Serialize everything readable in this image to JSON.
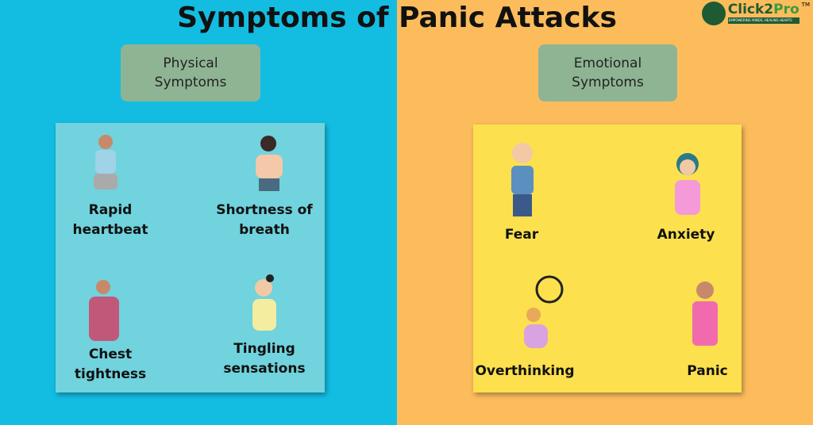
{
  "title": "Symptoms of Panic Attacks",
  "logo": {
    "name_a": "Click2",
    "name_b": "Pro",
    "tagline": "EMPOWERING MINDS, HEALING HEARTS",
    "tm": "TM"
  },
  "physical": {
    "label": "Physical Symptoms",
    "items": [
      "Rapid heartbeat",
      "Shortness of breath",
      "Chest tightness",
      "Tingling sensations"
    ]
  },
  "emotional": {
    "label": "Emotional Symptoms",
    "items": [
      "Fear",
      "Anxiety",
      "Overthinking",
      "Panic"
    ]
  },
  "colors": {
    "left_bg": "#13bde2",
    "right_bg": "#fdbc5c",
    "left_panel": "#70d3dd",
    "right_panel": "#fce04e",
    "label_box": "#8fb494"
  }
}
